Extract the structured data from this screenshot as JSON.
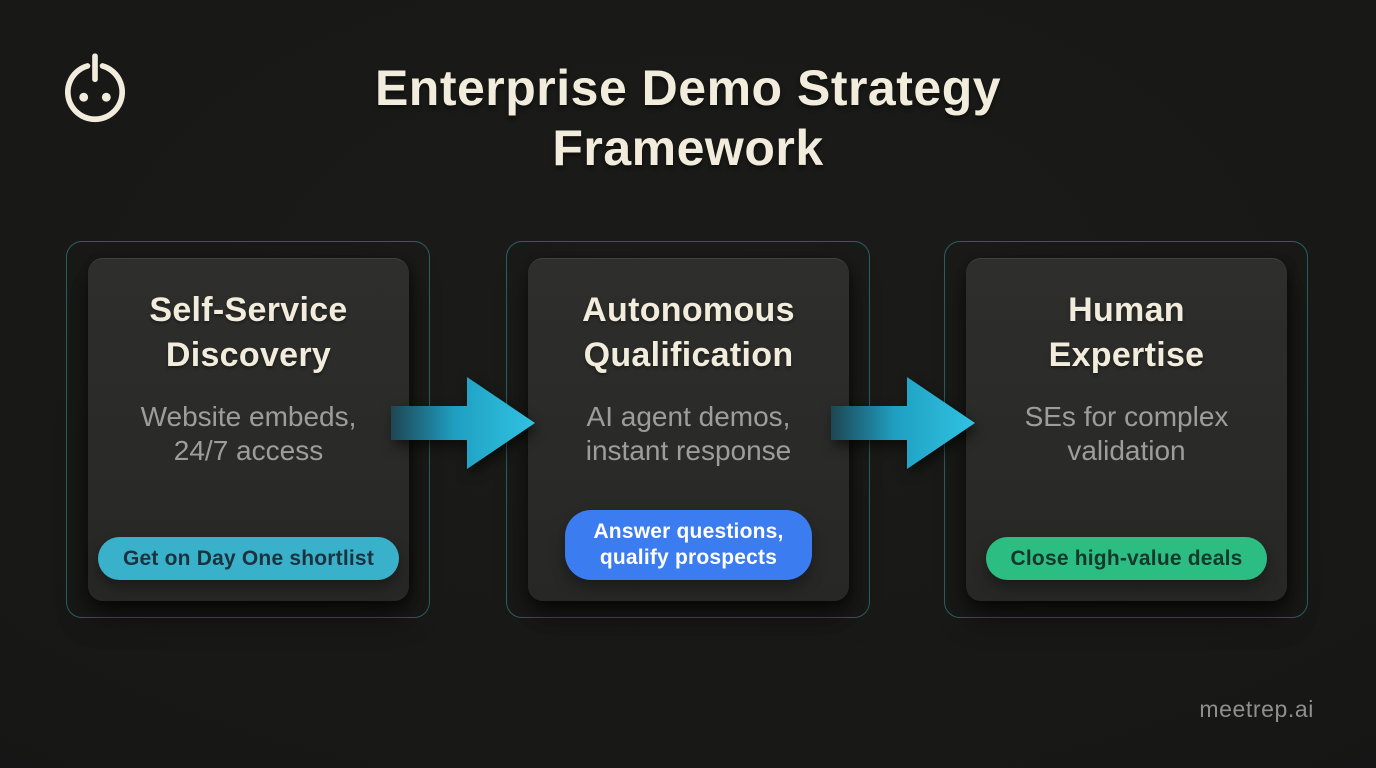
{
  "header": {
    "logo_icon": "power-icon",
    "title_line1": "Enterprise Demo Strategy",
    "title_line2": "Framework"
  },
  "cards": [
    {
      "title_line1": "Self-Service",
      "title_line2": "Discovery",
      "desc_line1": "Website embeds,",
      "desc_line2": "24/7 access",
      "badge": {
        "label": "Get on Day One shortlist",
        "bg": "#39b1cb",
        "text_color": "#1c323c"
      }
    },
    {
      "title_line1": "Autonomous",
      "title_line2": "Qualification",
      "desc_line1": "AI agent demos,",
      "desc_line2": "instant response",
      "badge": {
        "label_line1": "Answer questions,",
        "label_line2": "qualify prospects",
        "bg": "#3b7cf0",
        "text_color": "#ffffff"
      }
    },
    {
      "title_line1": "Human",
      "title_line2": "Expertise",
      "desc_line1": "SEs for complex",
      "desc_line2": "validation",
      "badge": {
        "label": "Close high-value deals",
        "bg": "#2cbd82",
        "text_color": "#14382a"
      }
    }
  ],
  "colors": {
    "background": "#171716",
    "card_bg": "#2a2a28",
    "card_outline": "#2a5f60",
    "title_text": "#f2ecdc",
    "desc_text": "#9d9d9b",
    "arrow": "#2fbfe0",
    "logo": "#f2ecdc",
    "brand_text": "#8f8f8d"
  },
  "footer": {
    "brand": "meetrep.ai"
  }
}
